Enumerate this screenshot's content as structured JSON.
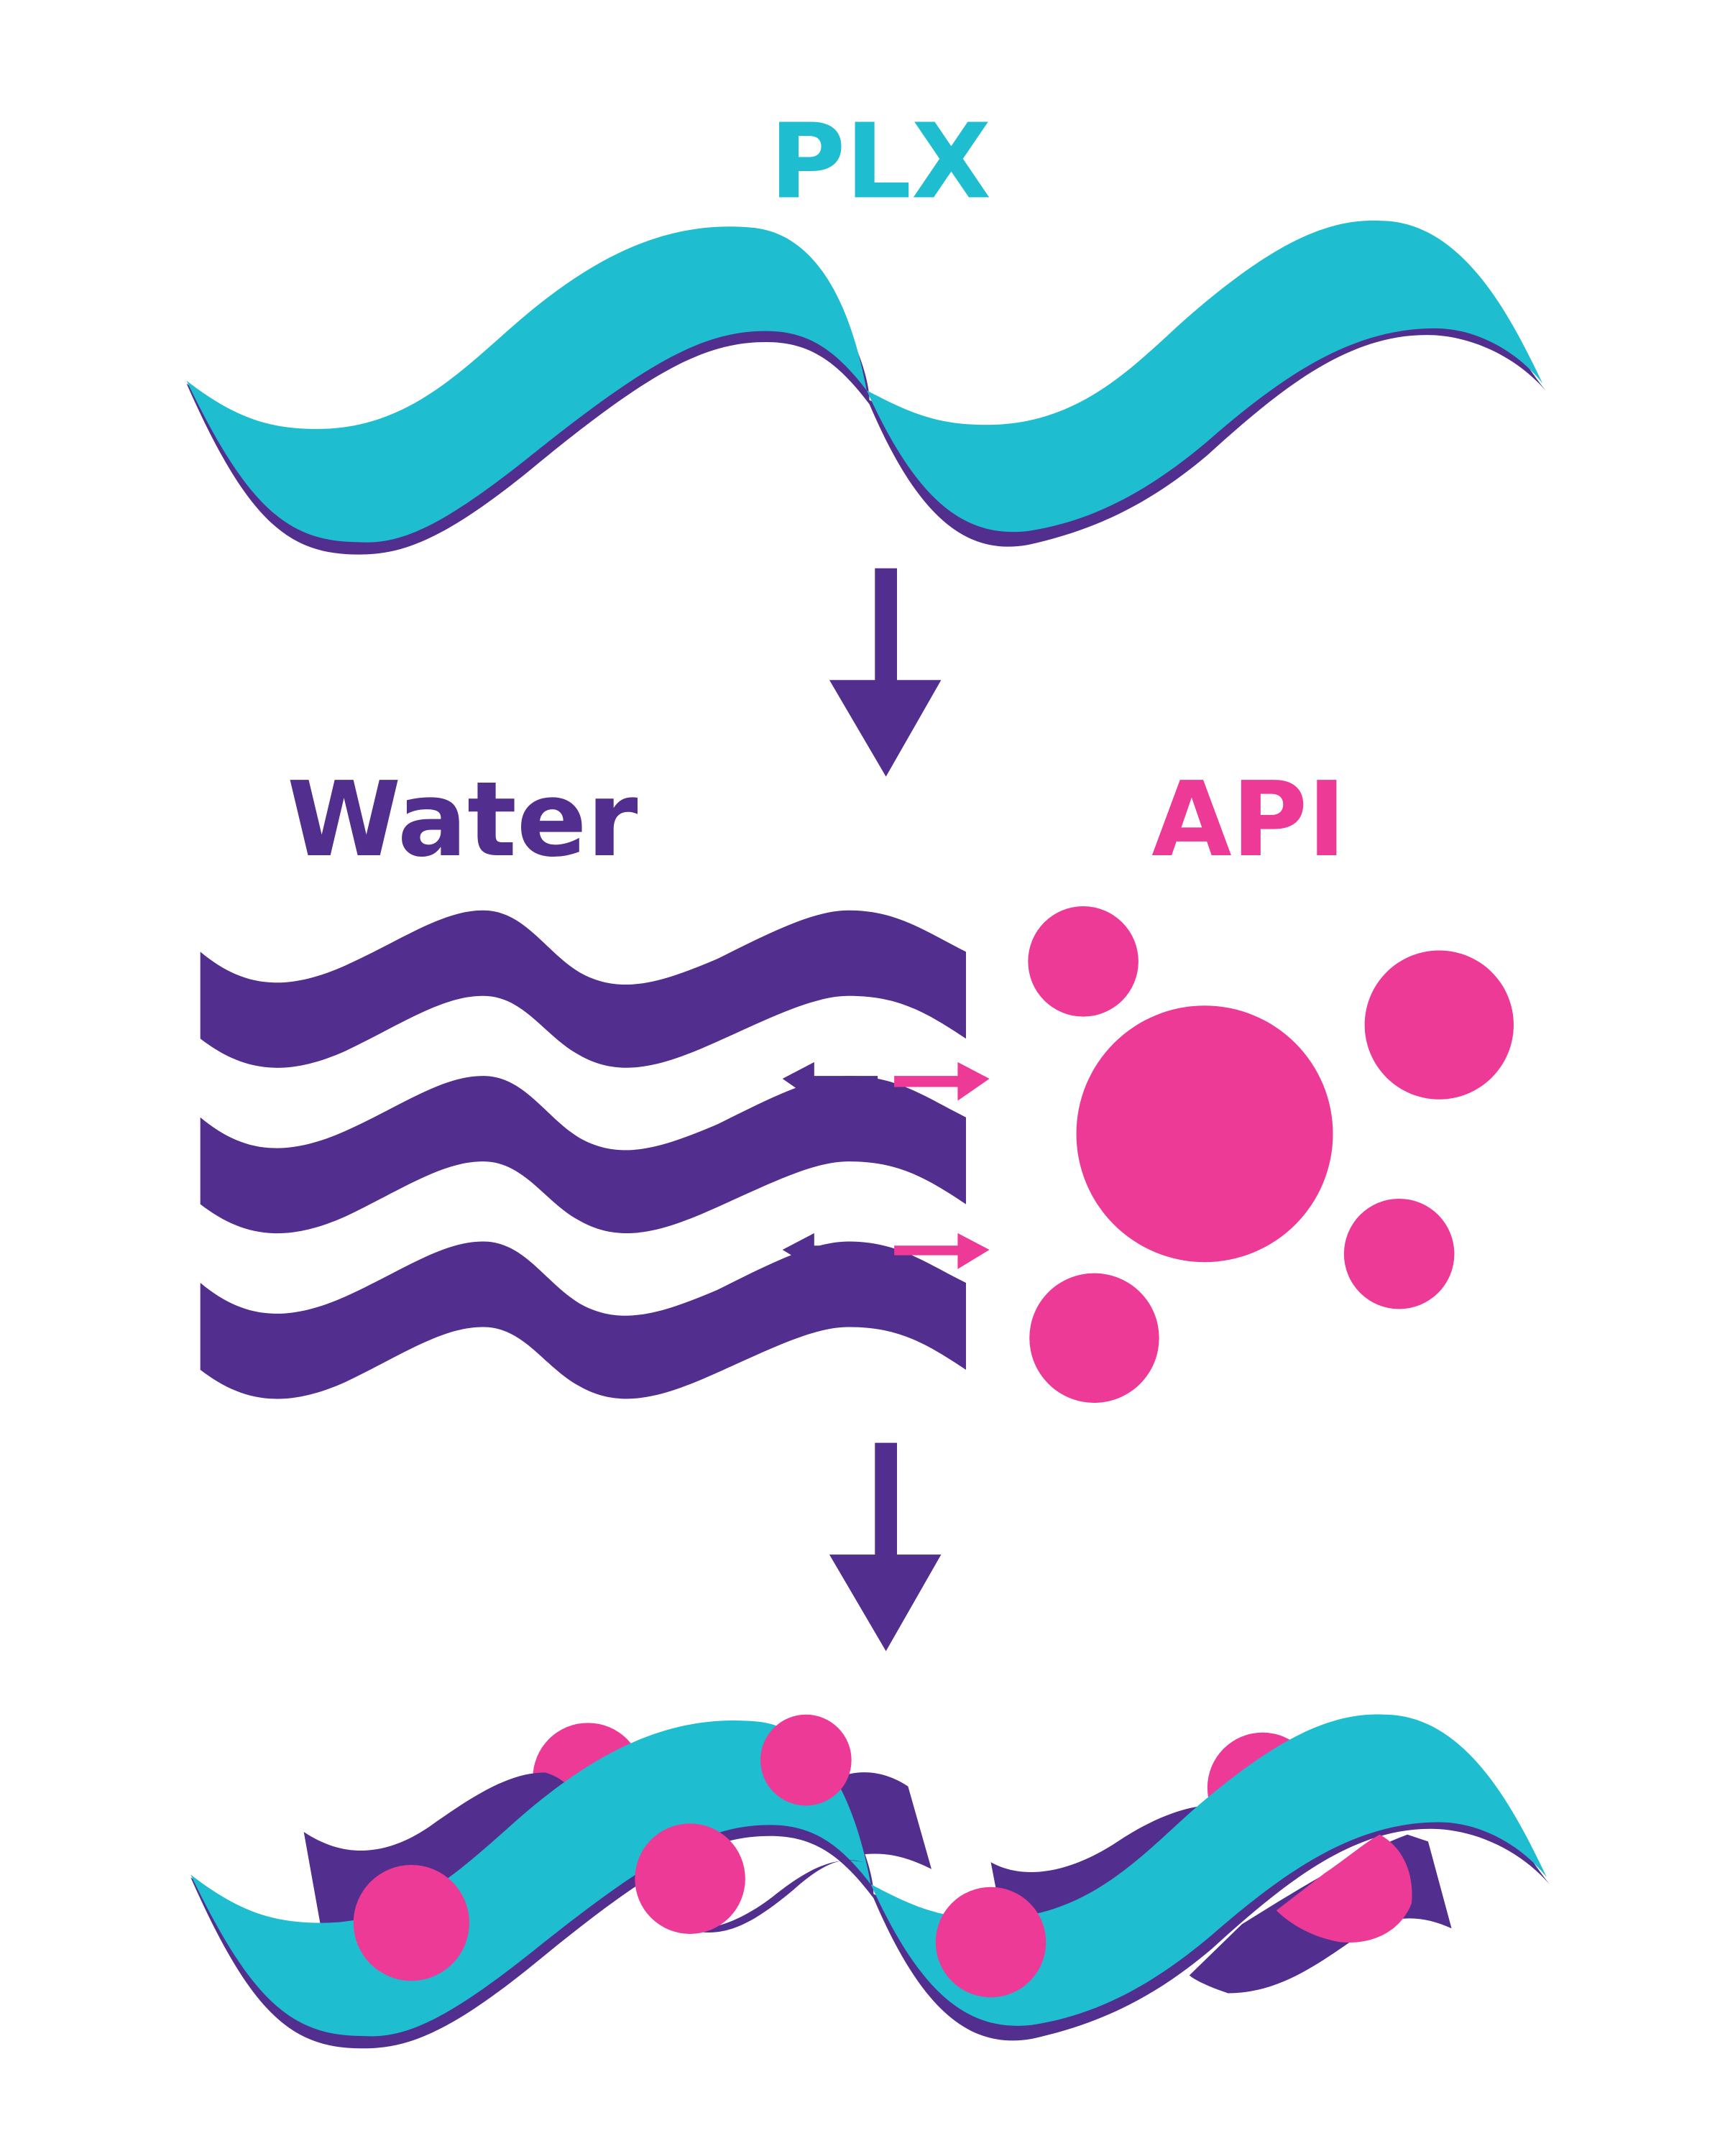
{
  "labels": {
    "plx": "PLX",
    "water": "Water",
    "api": "API"
  },
  "colors": {
    "plx": "#1FBDD0",
    "water": "#522E8E",
    "api": "#EE3A97",
    "background": "#FFFFFF"
  },
  "icons": {
    "flow_arrow": "arrow-down-icon",
    "interaction_arrow": "double-arrow-icon"
  }
}
